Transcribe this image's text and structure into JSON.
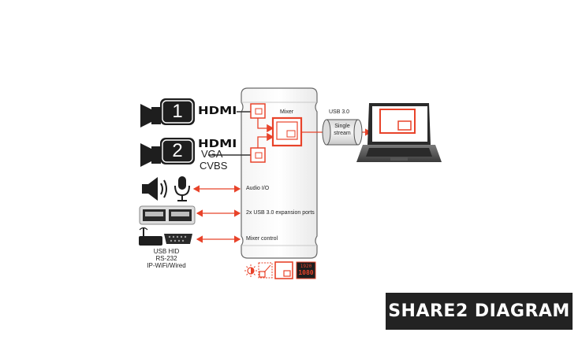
{
  "diagram": {
    "camera1_number": "1",
    "camera2_number": "2",
    "hdmi_label_1": "HDMI",
    "hdmi_label_2": "HDMI",
    "vga_label": "VGA",
    "cvbs_label": "CVBS",
    "mixer_label": "Mixer",
    "usb30_label": "USB 3.0",
    "single_stream_label": "Single stream",
    "audio_label": "Audio I/O",
    "usb_ports_label": "2x USB 3.0 expansion ports",
    "mixer_control_label": "Mixer control",
    "control_inputs": [
      "USB HID",
      "RS-232",
      "IP-WiFi/Wired"
    ],
    "resolution_badge_top": "1920",
    "resolution_badge_bottom": "1080"
  },
  "caption": "SHARE2 DIAGRAM",
  "colors": {
    "accent": "#e8432a",
    "dark": "#1e1e1e",
    "caption_bg": "#222222"
  }
}
